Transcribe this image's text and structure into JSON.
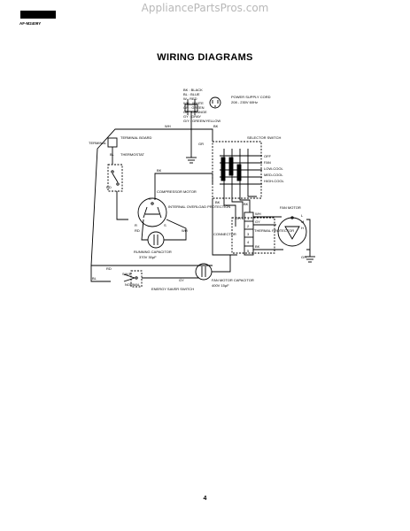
{
  "watermark": "AppliancePartsPros.com",
  "model": "AF-M2409Y",
  "title": "WIRING DIAGRAMS",
  "page_number": "4",
  "legend": [
    "BK : BLACK",
    "BL : BLUE",
    "W : RED",
    "WH : WHITE",
    "GR : GREEN",
    "OR : ORANGE",
    "GY : GRAY",
    "G/Y : GREEN/YELLOW"
  ],
  "components": {
    "power_cord": "POWER SUPPLY CORD",
    "power_rating": "208 - 230V 60Hz",
    "selector_switch": "SELECTOR SWITCH",
    "terminal_board": "TERMINAL BOARD",
    "terminal": "TERMINAL",
    "thermostat": "THERMOSTAT",
    "compressor_motor": "COMPRESSOR MOTOR",
    "overload": "INTERNAL OVERLOAD PROTECTION",
    "running_capacitor": "RUNNING CAPACITOR",
    "running_capacitor_rating": "370V 30μF",
    "energy_saver": "ENERGY SAVER SWITCH",
    "fan_motor_capacitor": "FAN MOTOR CAPACITOR",
    "fan_motor_capacitor_rating": "400V 15μF",
    "fan_motor": "FAN MOTOR",
    "connector": "CONNECTOR",
    "thermal_protector": "THERMAL PROTECTOR"
  },
  "switch_positions": [
    "OFF",
    "FAN",
    "LOW-COOL",
    "MED-COOL",
    "HIGH-COOL"
  ],
  "saver_positions": [
    "SAVE",
    "NORMAL"
  ],
  "wire_labels": {
    "wh": "WH",
    "bk": "BK",
    "gr": "GR",
    "bl": "BL",
    "rd": "RD",
    "gy": "GY",
    "or": "OR",
    "gy_fan": "G/Y"
  },
  "terminal_marks": {
    "c": "C",
    "r": "R",
    "s": "S",
    "m": "M",
    "l": "L",
    "h": "H",
    "conn": [
      "1",
      "2",
      "3",
      "4",
      "5"
    ]
  }
}
